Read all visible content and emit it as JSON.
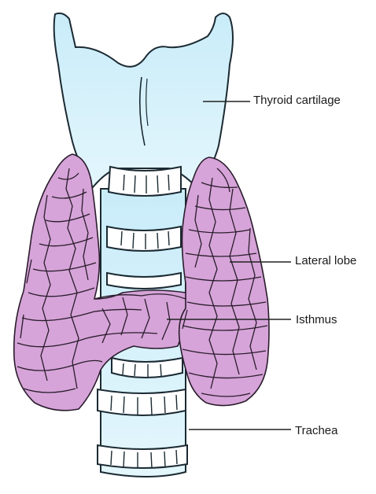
{
  "labels": {
    "thyroid_cartilage": "Thyroid cartilage",
    "lateral_lobe": "Lateral lobe",
    "isthmus": "Isthmus",
    "trachea": "Trachea"
  },
  "colors": {
    "cartilage_fill": "#d6f1fb",
    "cartilage_stroke": "#1b2a33",
    "ring_fill": "#ffffff",
    "gland_fill": "#d6a4d8",
    "gland_stroke": "#2a1c2c",
    "leader_line": "#222222"
  }
}
